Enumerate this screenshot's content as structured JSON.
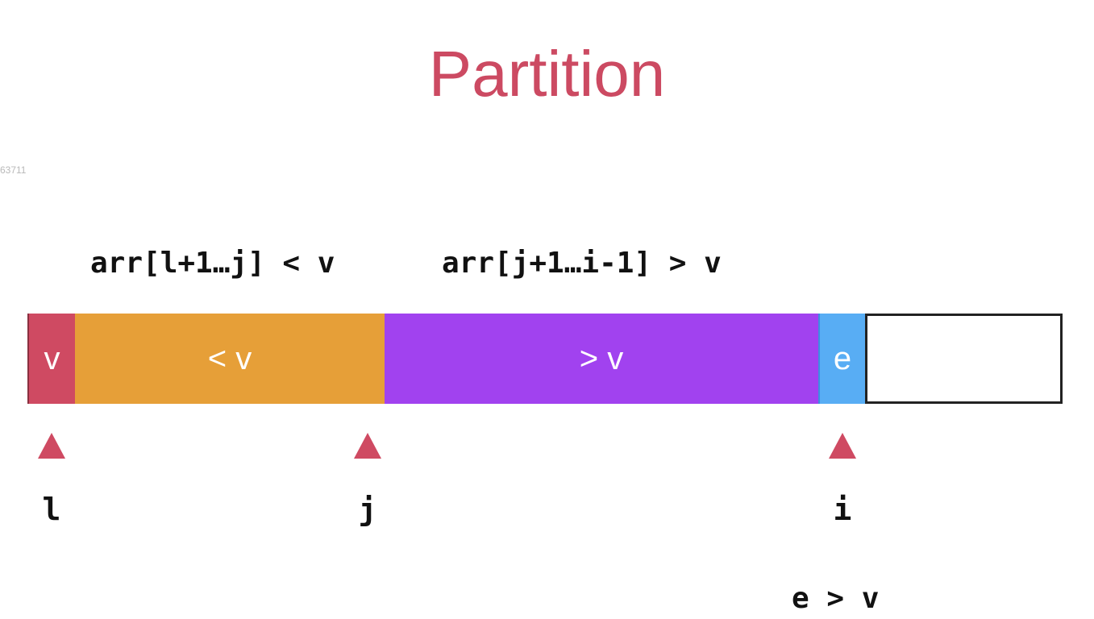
{
  "title": "Partition",
  "watermark": "63711",
  "ranges": {
    "less": "arr[l+1…j] < v",
    "greater": "arr[j+1…i-1] > v"
  },
  "segments": {
    "pivot": "v",
    "less": "< v",
    "greater": "> v",
    "current": "e",
    "unprocessed": ""
  },
  "colors": {
    "title": "#cc4a62",
    "pivot": "#cf4a62",
    "less": "#e69f38",
    "greater": "#a142ef",
    "current": "#58adf4",
    "marker": "#cf4a62"
  },
  "markers": {
    "l": "l",
    "j": "j",
    "i": "i"
  },
  "condition": "e > v"
}
